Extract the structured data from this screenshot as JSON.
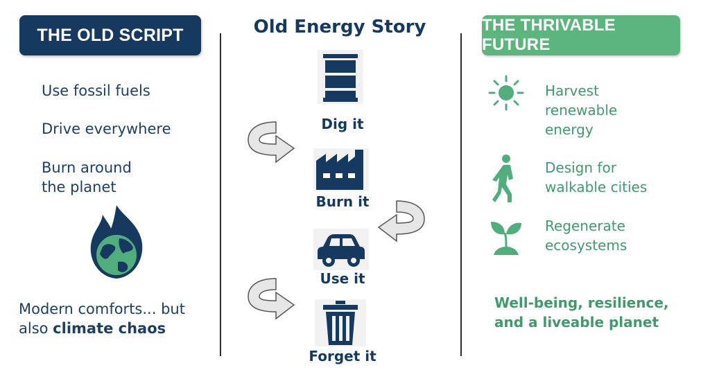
{
  "left": {
    "header": "THE OLD SCRIPT",
    "items": [
      "Use fossil fuels",
      "Drive everywhere",
      "Burn around",
      "the planet"
    ],
    "icon": "burning-globe-icon",
    "footer_line1": "Modern comforts... but",
    "footer_line2_prefix": "also ",
    "footer_line2_bold": "climate chaos"
  },
  "center": {
    "title": "Old Energy Story",
    "steps": [
      {
        "label": "Dig it",
        "icon": "oil-barrel-icon"
      },
      {
        "label": "Burn it",
        "icon": "factory-icon"
      },
      {
        "label": "Use it",
        "icon": "car-icon"
      },
      {
        "label": "Forget it",
        "icon": "trash-can-icon"
      }
    ]
  },
  "right": {
    "header": "THE THRIVABLE FUTURE",
    "items": [
      {
        "lines": [
          "Harvest",
          "renewable",
          "energy"
        ],
        "icon": "sun-icon"
      },
      {
        "lines": [
          "Design for",
          "walkable cities"
        ],
        "icon": "walking-person-icon"
      },
      {
        "lines": [
          "Regenerate",
          "ecosystems"
        ],
        "icon": "sprout-icon"
      }
    ],
    "footer_line1": "Well-being, resilience,",
    "footer_line2": "and a liveable planet"
  },
  "colors": {
    "navy": "#163a5f",
    "green": "#5cb57c",
    "green_text": "#3f9a6d",
    "arrow_gray": "#e6e6e6"
  }
}
